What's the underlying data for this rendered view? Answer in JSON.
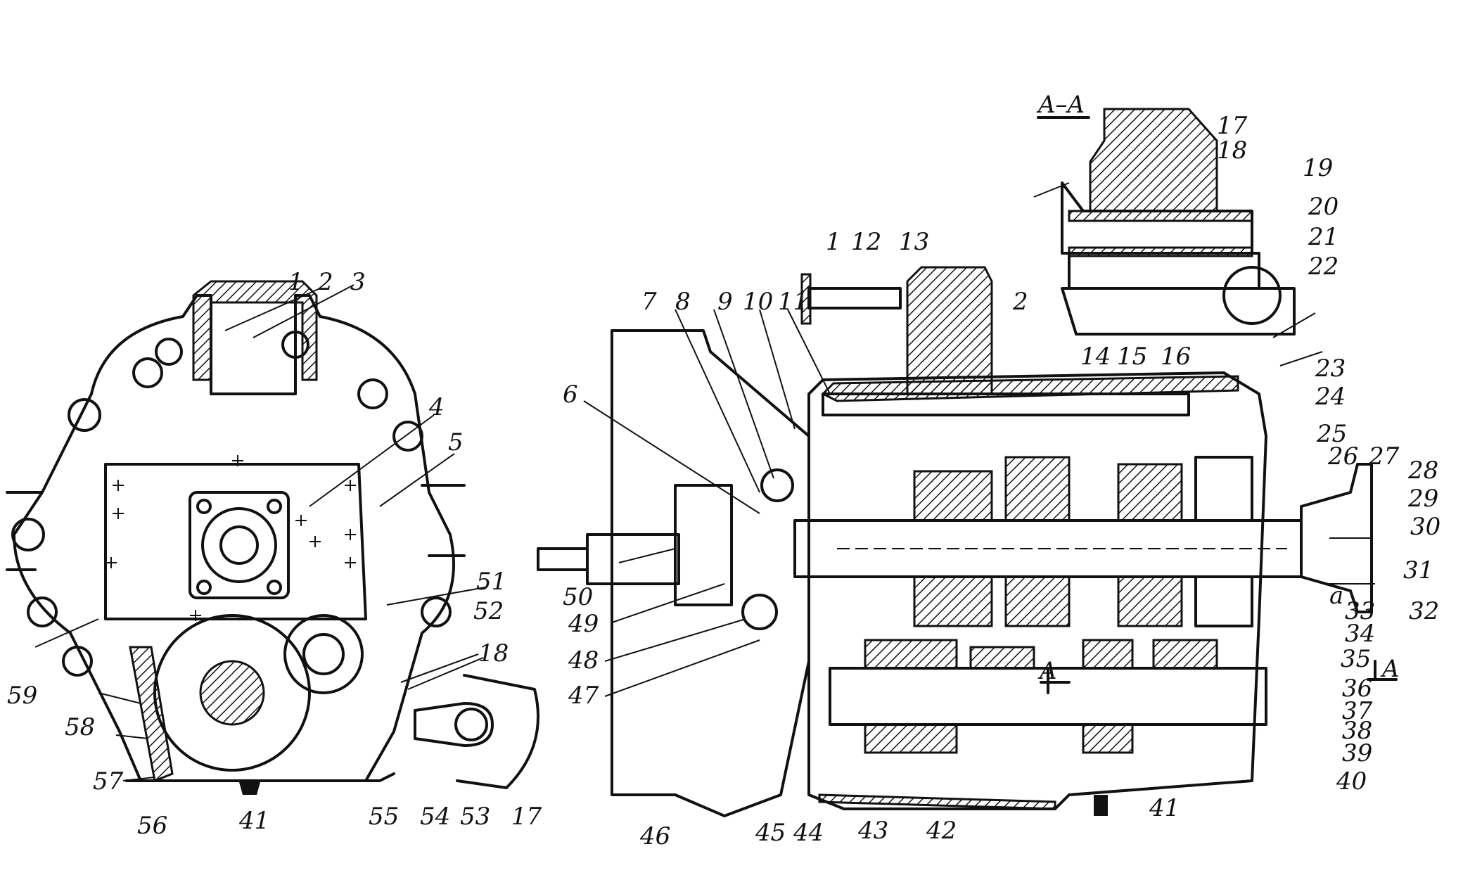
{
  "section_title": "A–A",
  "section_marks": [
    "A",
    "A"
  ],
  "letter_a": "a",
  "labels": [
    "1",
    "2",
    "3",
    "4",
    "5",
    "6",
    "7",
    "8",
    "9",
    "10",
    "11",
    "12",
    "13",
    "14",
    "15",
    "16",
    "17",
    "18",
    "19",
    "20",
    "21",
    "22",
    "23",
    "24",
    "25",
    "26",
    "27",
    "28",
    "29",
    "30",
    "31",
    "32",
    "33",
    "34",
    "35",
    "36",
    "37",
    "38",
    "39",
    "40",
    "41",
    "42",
    "43",
    "44",
    "45",
    "46",
    "47",
    "48",
    "49",
    "50",
    "51",
    "52",
    "53",
    "54",
    "55",
    "56",
    "57",
    "58",
    "59"
  ],
  "left_view_labels": [
    "1",
    "2",
    "3",
    "4",
    "5",
    "51",
    "52",
    "18",
    "59",
    "58",
    "57",
    "56",
    "41",
    "55",
    "54",
    "53",
    "17"
  ],
  "colors": {
    "ink": "#111111",
    "paper": "#ffffff"
  }
}
